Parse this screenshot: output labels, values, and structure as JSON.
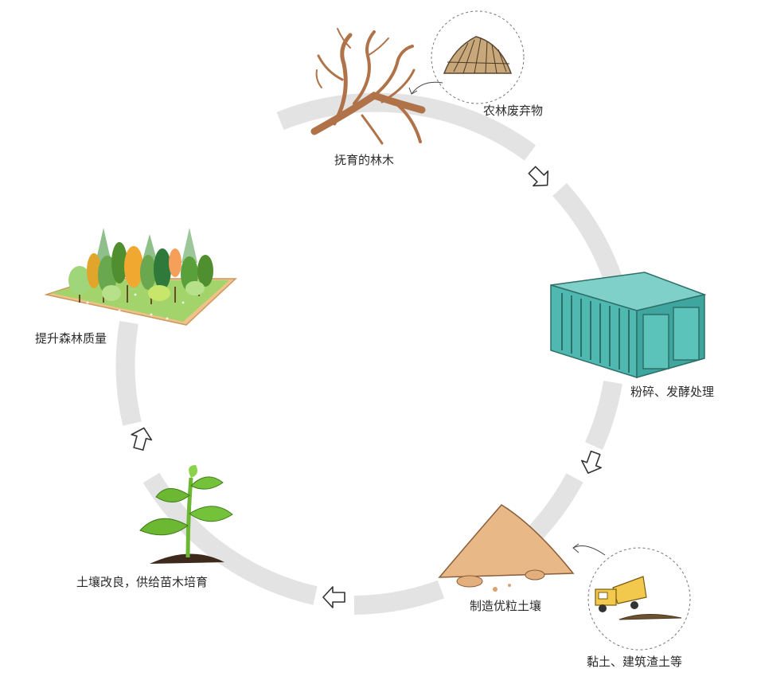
{
  "diagram": {
    "nodes": {
      "tended_trees": "抚育的林木",
      "agri_forest_waste": "农林废弃物",
      "crush_ferment": "粉碎、发酵处理",
      "make_soil": "制造优粒土壤",
      "clay_waste": "黏土、建筑渣土等",
      "soil_improve": "土壤改良，供给苗木培育",
      "forest_quality": "提升森林质量"
    },
    "icons": {
      "tended_trees": "branch-icon",
      "agri_forest_waste": "straw-bundle-icon",
      "crush_ferment": "container-icon",
      "make_soil": "soil-pile-icon",
      "clay_waste": "dump-truck-icon",
      "soil_improve": "seedling-icon",
      "forest_quality": "forest-patch-icon"
    },
    "colors": {
      "ring": "#e3e3e3",
      "container": "#4fb8b0",
      "soil": "#e8b887",
      "leaf": "#6cb832",
      "bark": "#b07349",
      "truck": "#f2c94c"
    }
  }
}
